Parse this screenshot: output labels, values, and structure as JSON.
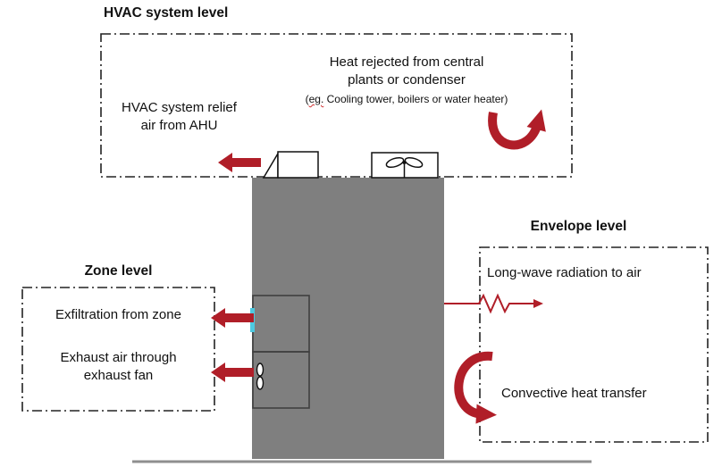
{
  "colors": {
    "arrow_red": "#b01e28",
    "building_gray": "#7f7f7f",
    "room_outline": "#3f3f3f",
    "window_cyan": "#4ec9e0",
    "box_border": "#222222",
    "ground_gray": "#8f8f8f",
    "equipment_outline": "#111111"
  },
  "icons": {
    "rooftop_fan_icon": "fan-propeller",
    "exhaust_fan_icon": "fan-propeller",
    "ahu_unit_icon": "ahu-box-with-intake",
    "longwave_icon": "thermal-resistance-zigzag-arrow",
    "curved_arrow_icon": "curved-heat-flow-arrow",
    "block_arrow_icon": "left-block-arrow"
  },
  "hvac_level": {
    "title": "HVAC system level",
    "relief_label": "HVAC system relief\nair from AHU",
    "heat_rejected_label": "Heat rejected from central\nplants or condenser",
    "heat_sub_open": "(",
    "heat_sub_eg": "eg.",
    "heat_sub_rest": " Cooling tower, boilers or water heater)"
  },
  "zone_level": {
    "title": "Zone level",
    "exfiltration_label": "Exfiltration from zone",
    "exhaust_label": "Exhaust air through\nexhaust fan"
  },
  "envelope_level": {
    "title": "Envelope level",
    "longwave_label": "Long-wave radiation to air",
    "convective_label": "Convective heat transfer"
  }
}
